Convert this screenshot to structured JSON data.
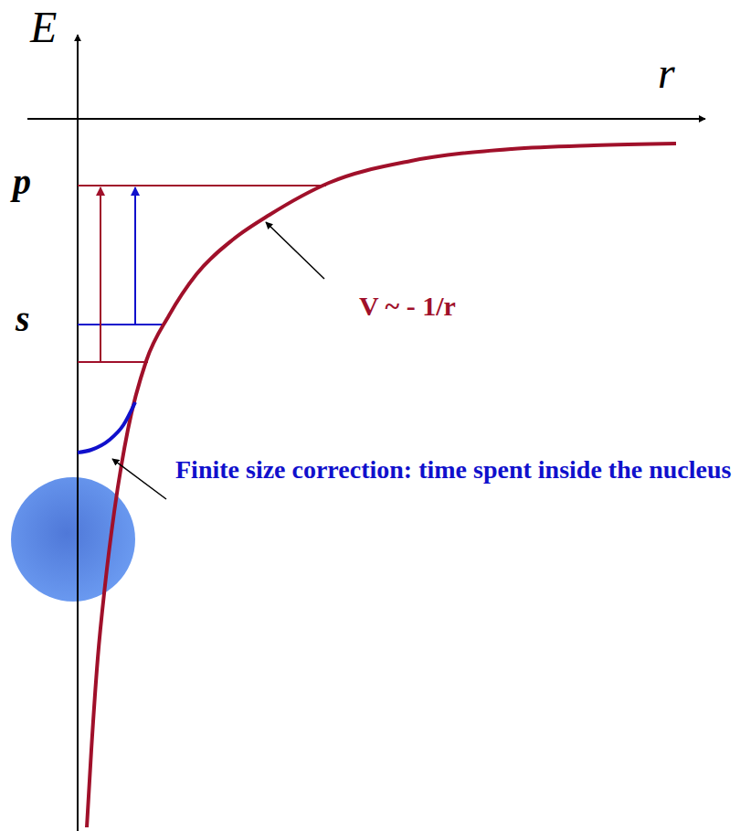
{
  "diagram": {
    "labels": [
      "E",
      "r",
      "p",
      "s",
      "V ~ - 1/r",
      "Finite size correction: time spent inside the nucleus"
    ]
  }
}
